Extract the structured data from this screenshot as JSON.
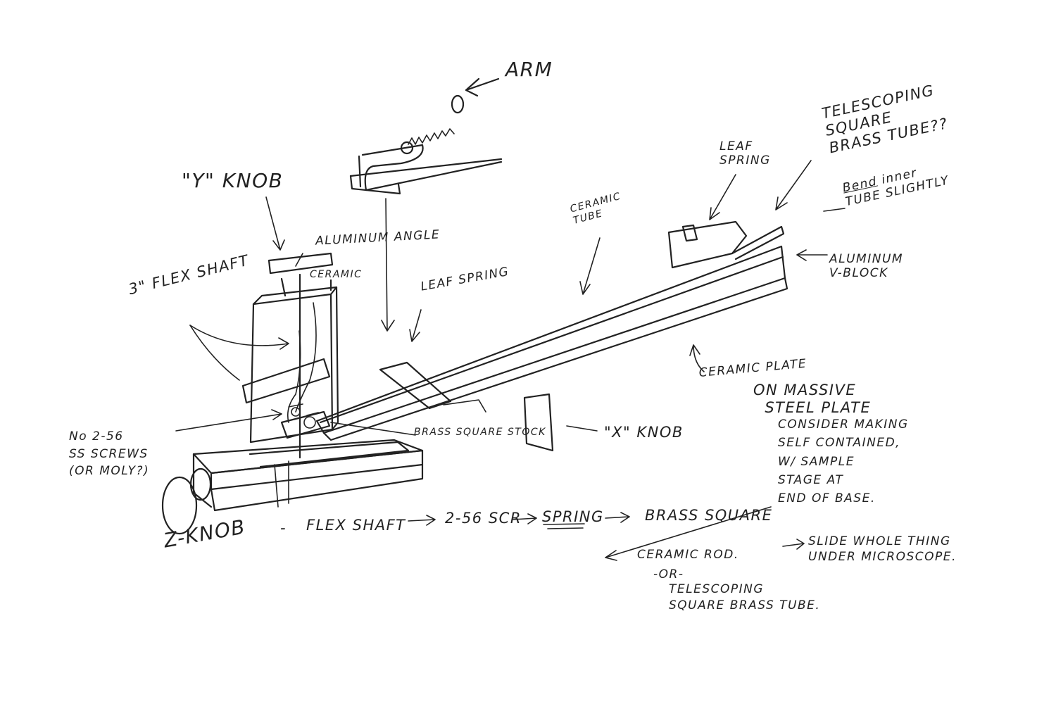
{
  "labels": {
    "arm": "ARM",
    "y_knob": "\"Y\" KNOB",
    "aluminum_angle": "ALUMINUM ANGLE",
    "ceramic_small": "CERAMIC",
    "flex_shaft_3in": "3\" FLEX SHAFT",
    "leaf_spring_center": "LEAF SPRING",
    "ceramic_tube": "CERAMIC\nTUBE",
    "leaf_spring_right": "LEAF\nSPRING",
    "telescoping_note": "TELESCOPING\nSQUARE\nBRASS TUBE??",
    "bend_note_bend": "Bend",
    "bend_note_rest": " inner\nTUBE SLIGHTLY",
    "aluminum_vblock": "ALUMINUM\nV-BLOCK",
    "ceramic_plate": "CERAMIC PLATE",
    "steel_plate": "ON MASSIVE\n  STEEL PLATE",
    "self_contained": "CONSIDER MAKING\nSELF CONTAINED,\nW/ SAMPLE\nSTAGE AT\nEND OF BASE.",
    "screws": "No 2-56\nSS SCREWS\n(OR MOLY?)",
    "brass_square_stock": "BRASS SQUARE STOCK",
    "x_knob": "\"X\" KNOB",
    "z_knob": "Z-KNOB",
    "chain_dash": "-",
    "chain_flex": "FLEX SHAFT",
    "chain_screw": "2-56 SCR",
    "chain_spring": "SPRING",
    "chain_brass": "BRASS SQUARE",
    "ceramic_rod": "CERAMIC ROD.",
    "or": "-OR-",
    "telescoping_square": "TELESCOPING\nSQUARE BRASS TUBE.",
    "slide_note": "SLIDE WHOLE THING\nUNDER MICROSCOPE."
  }
}
